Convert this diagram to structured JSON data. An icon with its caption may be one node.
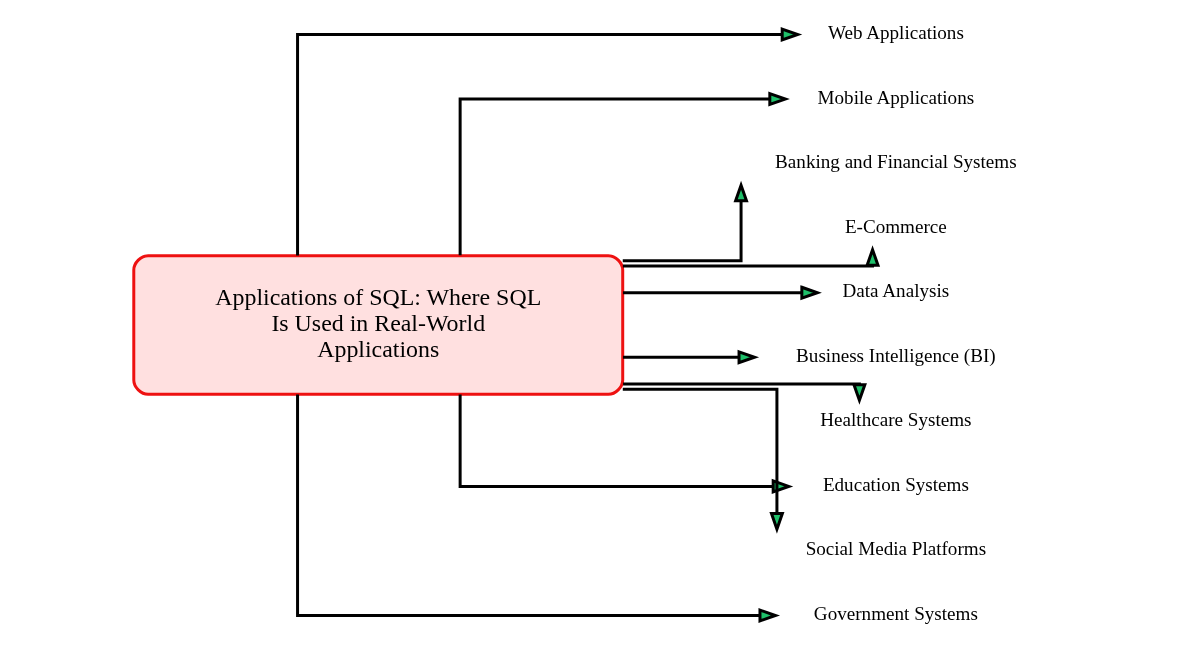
{
  "diagram": {
    "nodes": [
      {
        "text": [
          "Applications of SQL: Where SQL Is Used in Real-World Applications"
        ]
      },
      {
        "text": [
          "Web Applications"
        ]
      },
      {
        "text": [
          "Mobile Applications"
        ]
      },
      {
        "text": [
          "Banking and Financial Systems"
        ]
      },
      {
        "text": [
          "E-Commerce"
        ]
      },
      {
        "text": [
          "Data Analysis"
        ]
      },
      {
        "text": [
          "Business Intelligence (BI)"
        ]
      },
      {
        "text": [
          "Healthcare Systems"
        ]
      },
      {
        "text": [
          "Education Systems"
        ]
      },
      {
        "text": [
          "Social Media Platforms"
        ]
      },
      {
        "text": [
          "Government Systems"
        ]
      }
    ],
    "edges": [
      {
        "from": 0,
        "to": 1,
        "arrow": "to"
      },
      {
        "from": 0,
        "to": 2,
        "arrow": "to"
      },
      {
        "from": 0,
        "to": 3,
        "arrow": "to"
      },
      {
        "from": 0,
        "to": 4,
        "arrow": "to"
      },
      {
        "from": 0,
        "to": 5,
        "arrow": "to"
      },
      {
        "from": 0,
        "to": 6,
        "arrow": "to"
      },
      {
        "from": 0,
        "to": 7,
        "arrow": "to"
      },
      {
        "from": 0,
        "to": 8,
        "arrow": "to"
      },
      {
        "from": 0,
        "to": 9,
        "arrow": "to"
      },
      {
        "from": 0,
        "to": 10,
        "arrow": "to"
      }
    ]
  }
}
